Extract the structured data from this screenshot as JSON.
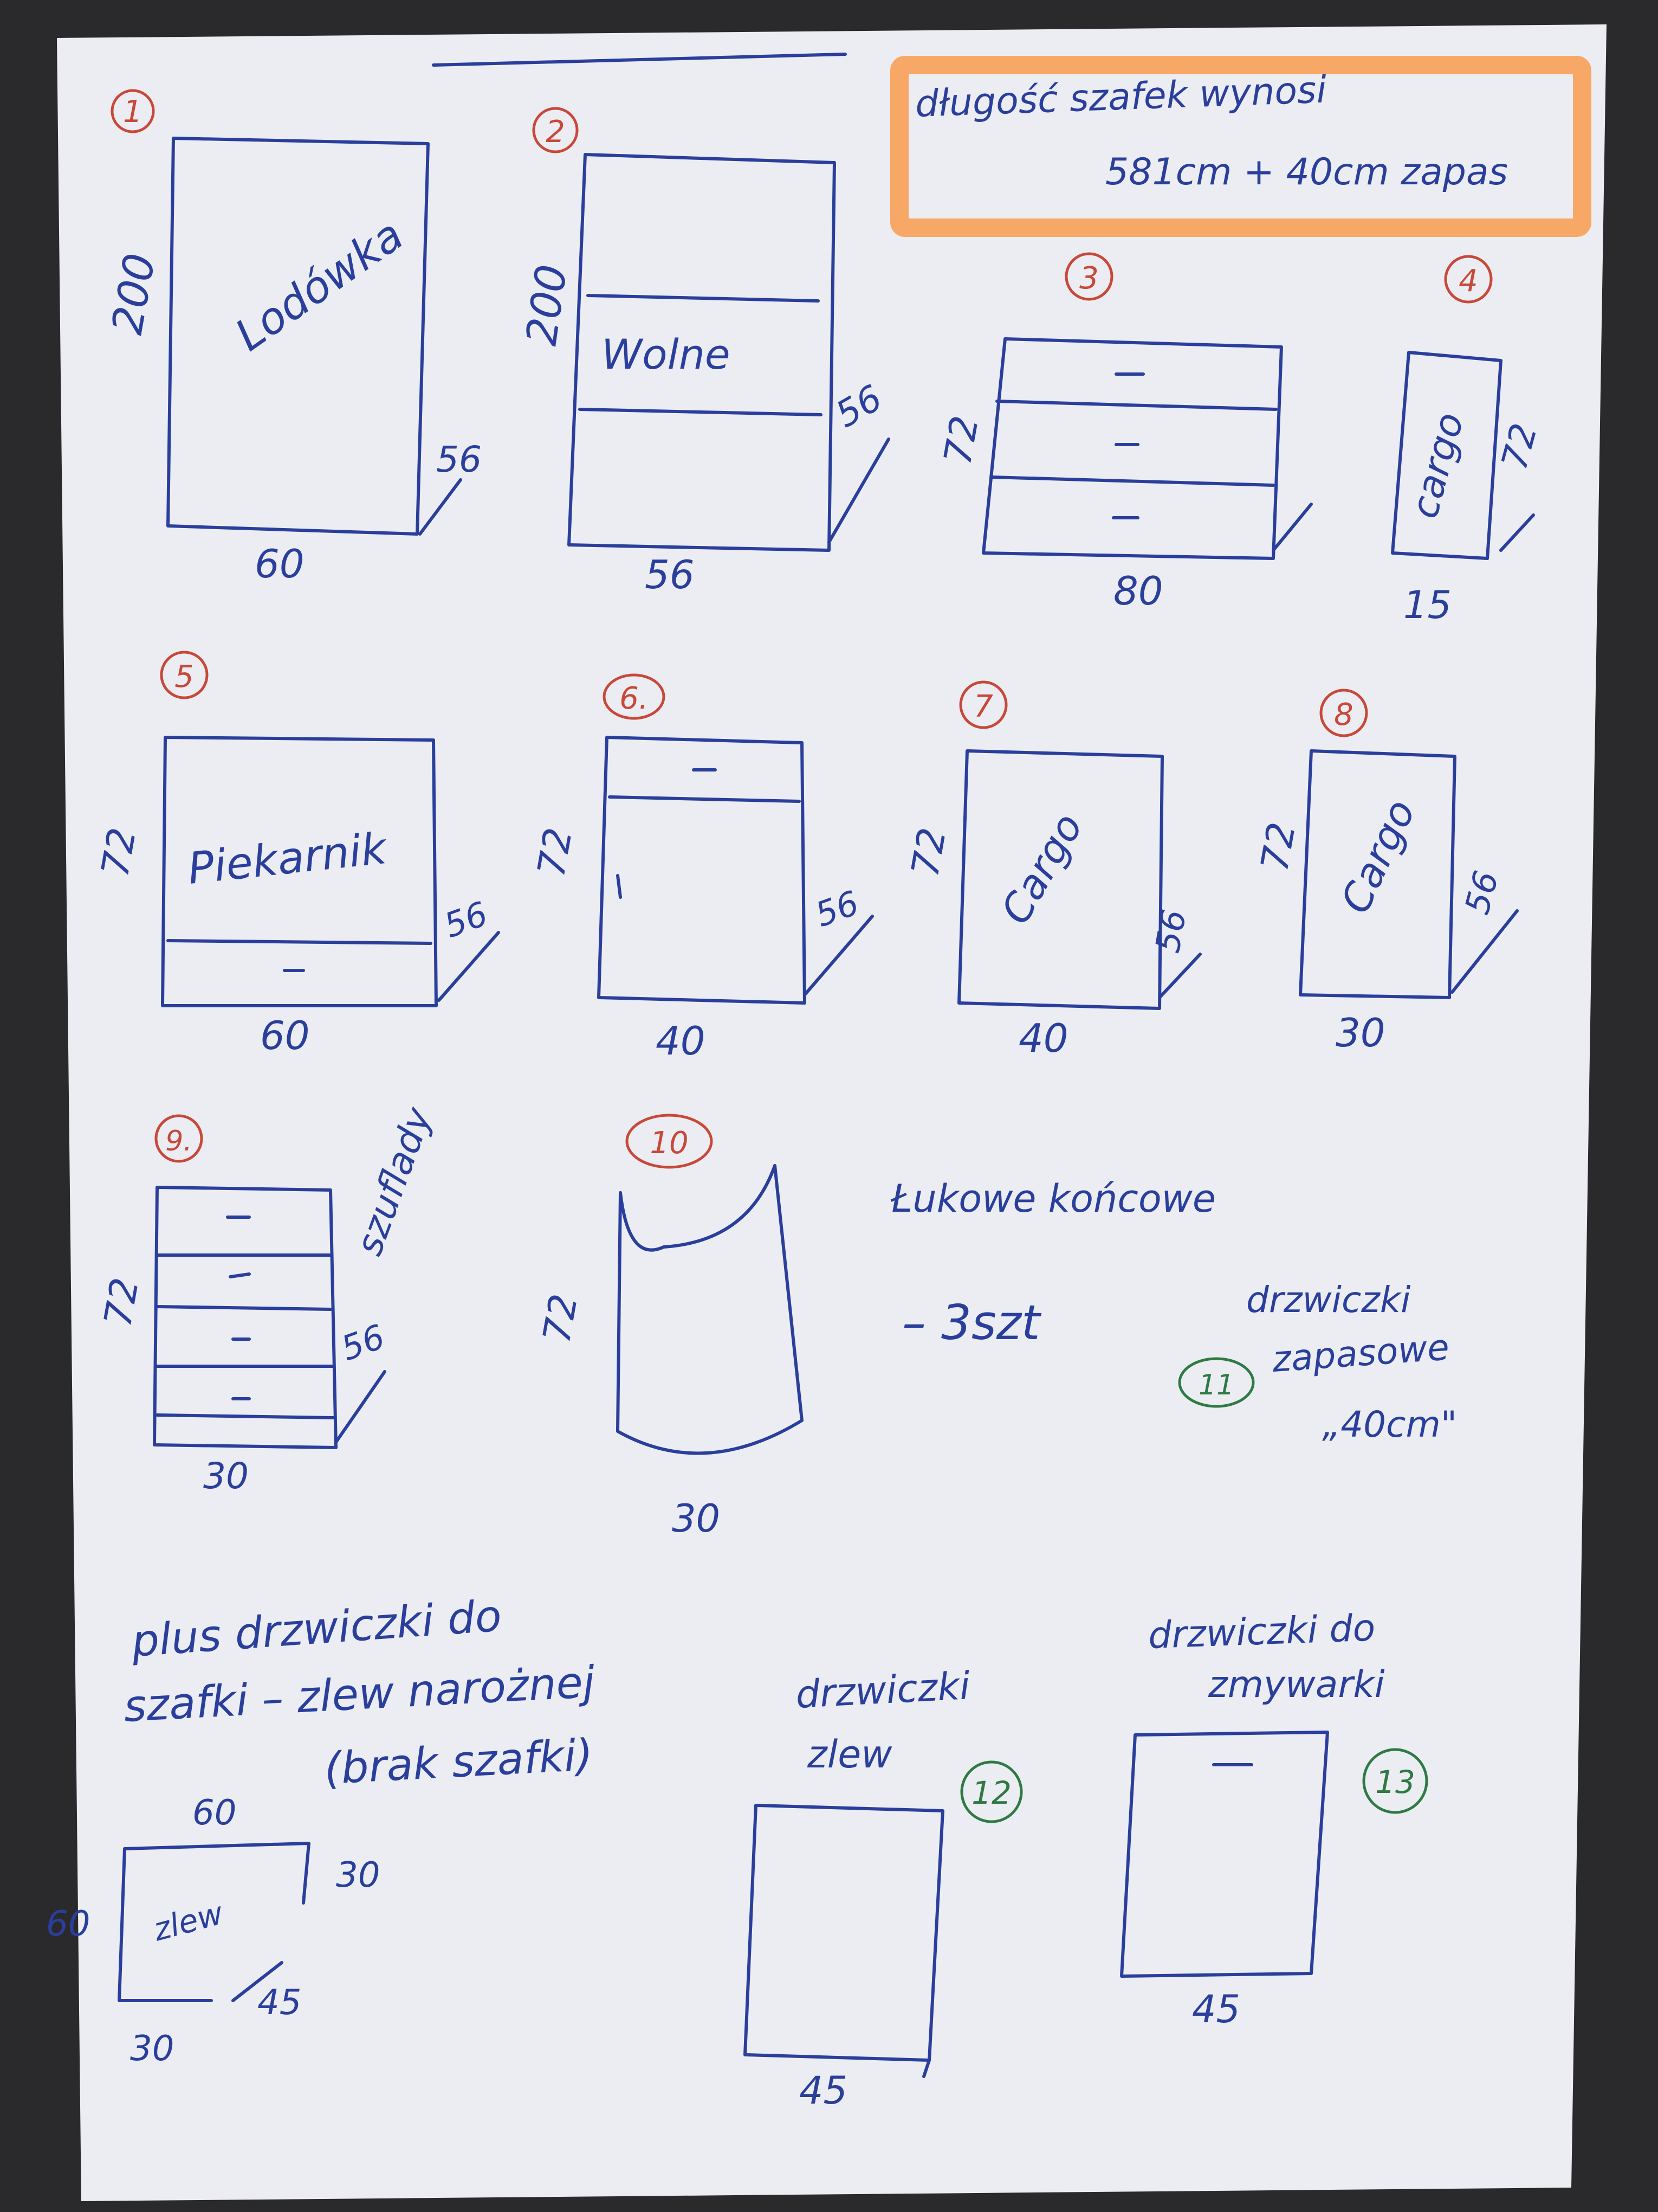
{
  "header_note": {
    "line1": "długość szafek wynosi",
    "line2": "581cm + 40cm zapas",
    "highlight_color": "#f7a866"
  },
  "cabinets": [
    {
      "num": "1",
      "label": "Lodówka",
      "height": "200",
      "width": "60",
      "depth": "56"
    },
    {
      "num": "2",
      "label": "Wolne",
      "height": "200",
      "width": "56",
      "depth": "56"
    },
    {
      "num": "3",
      "height": "72",
      "width": "80"
    },
    {
      "num": "4",
      "label": "cargo",
      "height": "72",
      "width": "15"
    },
    {
      "num": "5",
      "label": "Piekarnik",
      "height": "72",
      "width": "60",
      "depth": "56"
    },
    {
      "num": "6.",
      "height": "72",
      "width": "40",
      "depth": "56"
    },
    {
      "num": "7",
      "label": "Cargo",
      "height": "72",
      "width": "40",
      "depth": "56"
    },
    {
      "num": "8",
      "label": "Cargo",
      "height": "72",
      "width": "30",
      "depth": "56"
    },
    {
      "num": "9.",
      "label": "szuflady",
      "height": "72",
      "width": "30",
      "depth": "56"
    },
    {
      "num": "10",
      "height": "72",
      "width": "30"
    }
  ],
  "notes": {
    "rounded_ends": "Łukowe końcowe",
    "rounded_qty": "– 3szt",
    "spare_fronts_num": "11",
    "spare_fronts_l1": "drzwiczki",
    "spare_fronts_l2": "zapasowe",
    "spare_fronts_l3": "„40cm\"",
    "plus_l1": "plus drzwiczki do",
    "plus_l2": "szafki – zlew narożnej",
    "plus_l3": "(brak szafki)"
  },
  "sink": {
    "label": "zlew",
    "top": "60",
    "left": "60",
    "right": "30",
    "bottom": "30",
    "depth": "45"
  },
  "door12": {
    "num": "12",
    "title_l1": "drzwiczki",
    "title_l2": "zlew",
    "width": "45"
  },
  "door13": {
    "num": "13",
    "title_l1": "drzwiczki do",
    "title_l2": "zmywarki",
    "width": "45"
  }
}
